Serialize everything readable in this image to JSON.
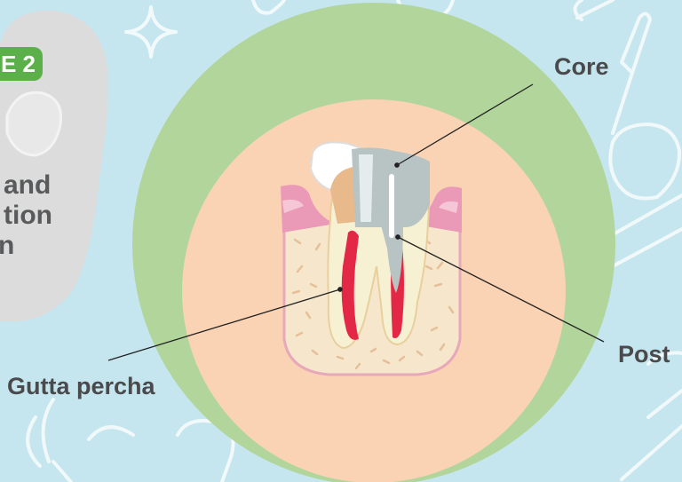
{
  "badge": {
    "text": "E 2"
  },
  "side_text": {
    "lines": [
      "and",
      "tion",
      "n"
    ]
  },
  "labels": {
    "core": "Core",
    "post": "Post",
    "gutta_percha": "Gutta percha"
  },
  "colors": {
    "background": "#c5e6ee",
    "outer_circle": "#b2d59b",
    "inner_circle": "#fad3b4",
    "badge": "#5cb04a",
    "post_metal": "#b8c3c4",
    "gum": "#ea9ab6",
    "bone": "#f6e7cc",
    "pulp_red": "#e32845"
  }
}
